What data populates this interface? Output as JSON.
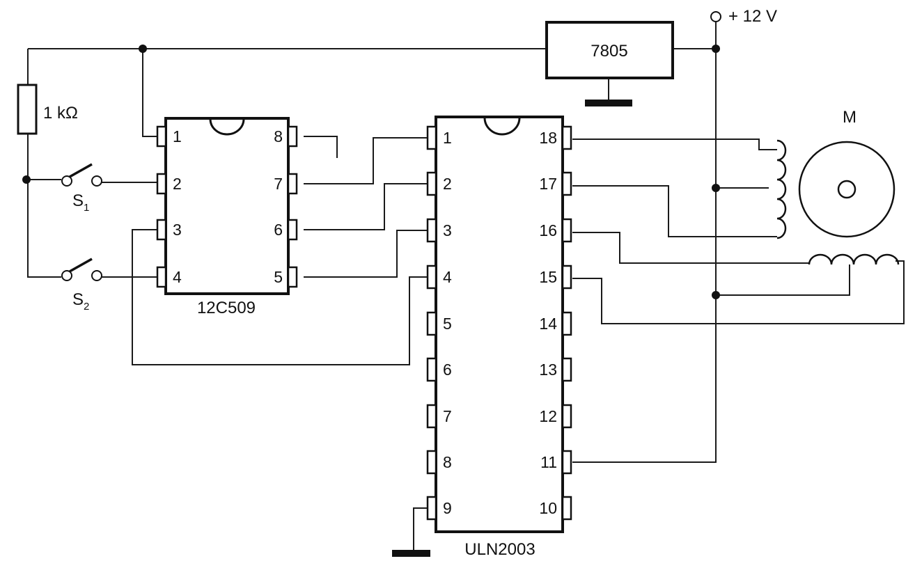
{
  "supply": {
    "label": "+ 12 V"
  },
  "regulator": {
    "label": "7805"
  },
  "resistor": {
    "label": "1 kΩ"
  },
  "switches": [
    {
      "label": "S",
      "sub": "1"
    },
    {
      "label": "S",
      "sub": "2"
    }
  ],
  "mcu": {
    "label": "12C509",
    "left_pins": [
      "1",
      "2",
      "3",
      "4"
    ],
    "right_pins": [
      "8",
      "7",
      "6",
      "5"
    ]
  },
  "driver": {
    "label": "ULN2003",
    "left_pins": [
      "1",
      "2",
      "3",
      "4",
      "5",
      "6",
      "7",
      "8",
      "9"
    ],
    "right_pins": [
      "18",
      "17",
      "16",
      "15",
      "14",
      "13",
      "12",
      "11",
      "10"
    ]
  },
  "motor": {
    "label": "M"
  }
}
